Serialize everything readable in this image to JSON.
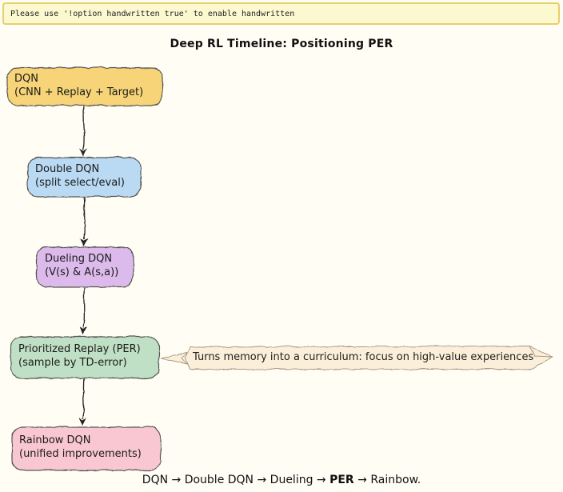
{
  "banner": {
    "text": "Please use '!option handwritten true' to enable handwritten"
  },
  "title": "Deep RL Timeline: Positioning PER",
  "diagram": {
    "nodes": [
      {
        "id": "dqn",
        "line1": "DQN",
        "line2": "(CNN + Replay + Target)",
        "fill": "#f6d477"
      },
      {
        "id": "double_dqn",
        "line1": "Double DQN",
        "line2": "(split select/eval)",
        "fill": "#b9daf2"
      },
      {
        "id": "dueling_dqn",
        "line1": "Dueling DQN",
        "line2": "(V(s) & A(s,a))",
        "fill": "#dcbaeb"
      },
      {
        "id": "per",
        "line1": "Prioritized Replay (PER)",
        "line2": "(sample by TD-error)",
        "fill": "#bfe0c4"
      },
      {
        "id": "rainbow_dqn",
        "line1": "Rainbow DQN",
        "line2": "(unified improvements)",
        "fill": "#f9c7d2"
      }
    ],
    "edges": [
      {
        "from": "dqn",
        "to": "double_dqn"
      },
      {
        "from": "double_dqn",
        "to": "dueling_dqn"
      },
      {
        "from": "dueling_dqn",
        "to": "per"
      },
      {
        "from": "per",
        "to": "rainbow_dqn"
      }
    ],
    "callout": {
      "attached_to": "per",
      "text": "Turns memory into a curriculum: focus on high-value experiences",
      "fill": "#fcefda"
    }
  },
  "caption": {
    "prefix": "DQN → Double DQN → Dueling → ",
    "bold": "PER",
    "suffix": " → Rainbow."
  },
  "colors": {
    "background": "#fffdf4",
    "banner_fill": "#fcf8d0",
    "banner_border": "#e8cf6a",
    "edge": "#222222",
    "node_border": "#555555",
    "callout_border": "#a89a85"
  }
}
